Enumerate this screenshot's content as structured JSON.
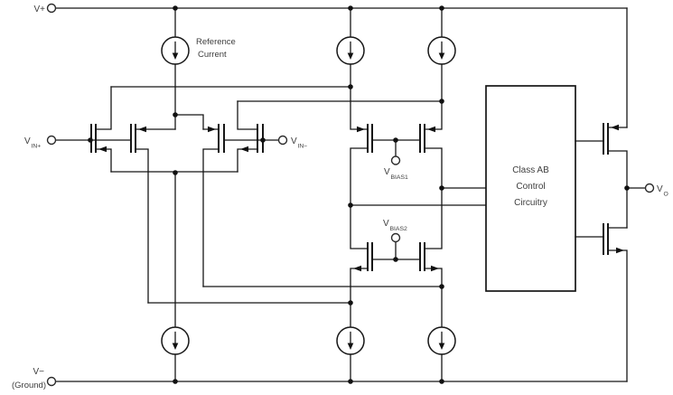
{
  "diagram_type": "circuit-schematic",
  "colors": {
    "background": "#ffffff",
    "line": "#161616",
    "text": "#3d3d3d"
  },
  "labels": {
    "v_plus": "V+",
    "v_minus": "V−",
    "ground": "(Ground)",
    "vin_plus": {
      "base": "V",
      "sub": "IN+"
    },
    "vin_minus": {
      "base": "V",
      "sub": "IN−"
    },
    "vbias1": {
      "base": "V",
      "sub": "BIAS1"
    },
    "vbias2": {
      "base": "V",
      "sub": "BIAS2"
    },
    "vout": {
      "base": "V",
      "sub": "O"
    },
    "reference_current": [
      "Reference",
      "Current"
    ],
    "class_ab": [
      "Class AB",
      "Control",
      "Circuitry"
    ]
  }
}
